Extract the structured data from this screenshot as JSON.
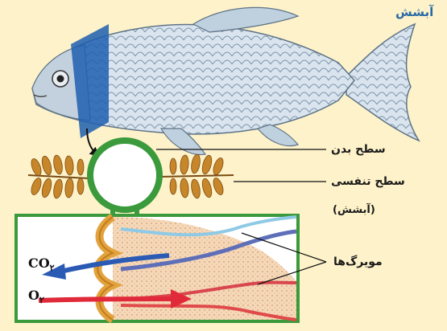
{
  "title": "آبشش",
  "labels": {
    "body_surface": "سطح بدن",
    "respiratory_surface": "سطح تنفسی",
    "gills_paren": "(آبشش)",
    "capillaries": "مویرگ‌ها"
  },
  "gases": {
    "co2_base": "CO",
    "co2_sub": "۲",
    "o2_base": "O",
    "o2_sub": "۲"
  },
  "colors": {
    "background": "#fdf2c9",
    "title": "#2a6aa6",
    "body_ring": "#3a9a3c",
    "blue_plane": "#1f5fb0",
    "co2_arrow": "#2a5ab4",
    "o2_arrow": "#e02a3a",
    "gill_filament": "#c7862a"
  }
}
